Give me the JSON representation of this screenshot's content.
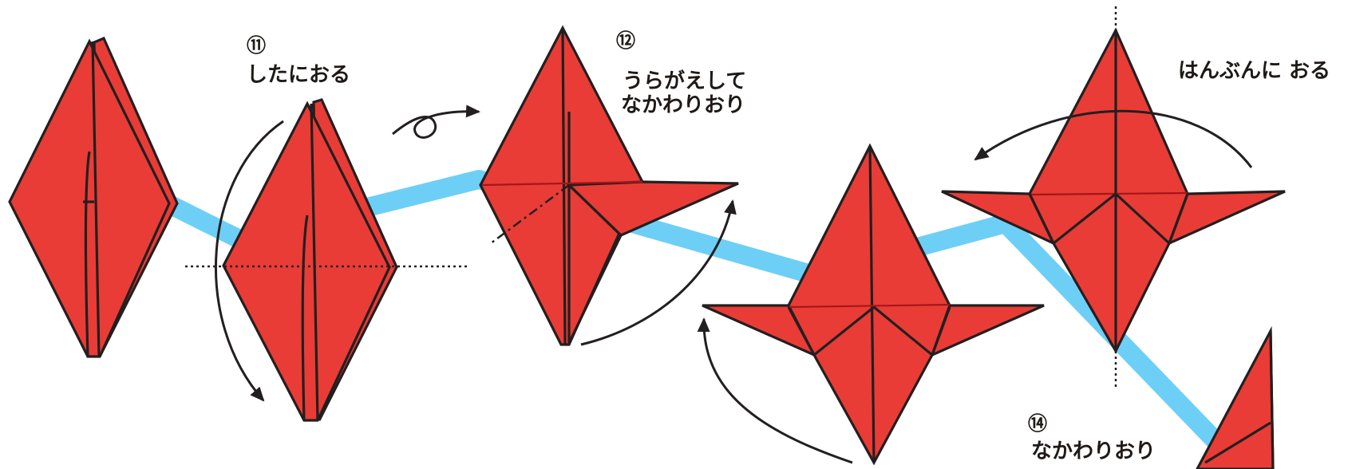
{
  "steps": [
    {
      "number": "⑪",
      "instruction": "したにおる"
    },
    {
      "number": "⑫",
      "instruction_line1": "うらがえして",
      "instruction_line2": "なかわりおり"
    },
    {
      "number": "",
      "instruction": "はんぶんに おる"
    },
    {
      "number": "⑭",
      "instruction": "なかわりおり"
    }
  ],
  "colors": {
    "paper": "#e93c36",
    "outline": "#231f20",
    "flow_band": "#6ecff6",
    "inner_crease": "#a4161a"
  }
}
